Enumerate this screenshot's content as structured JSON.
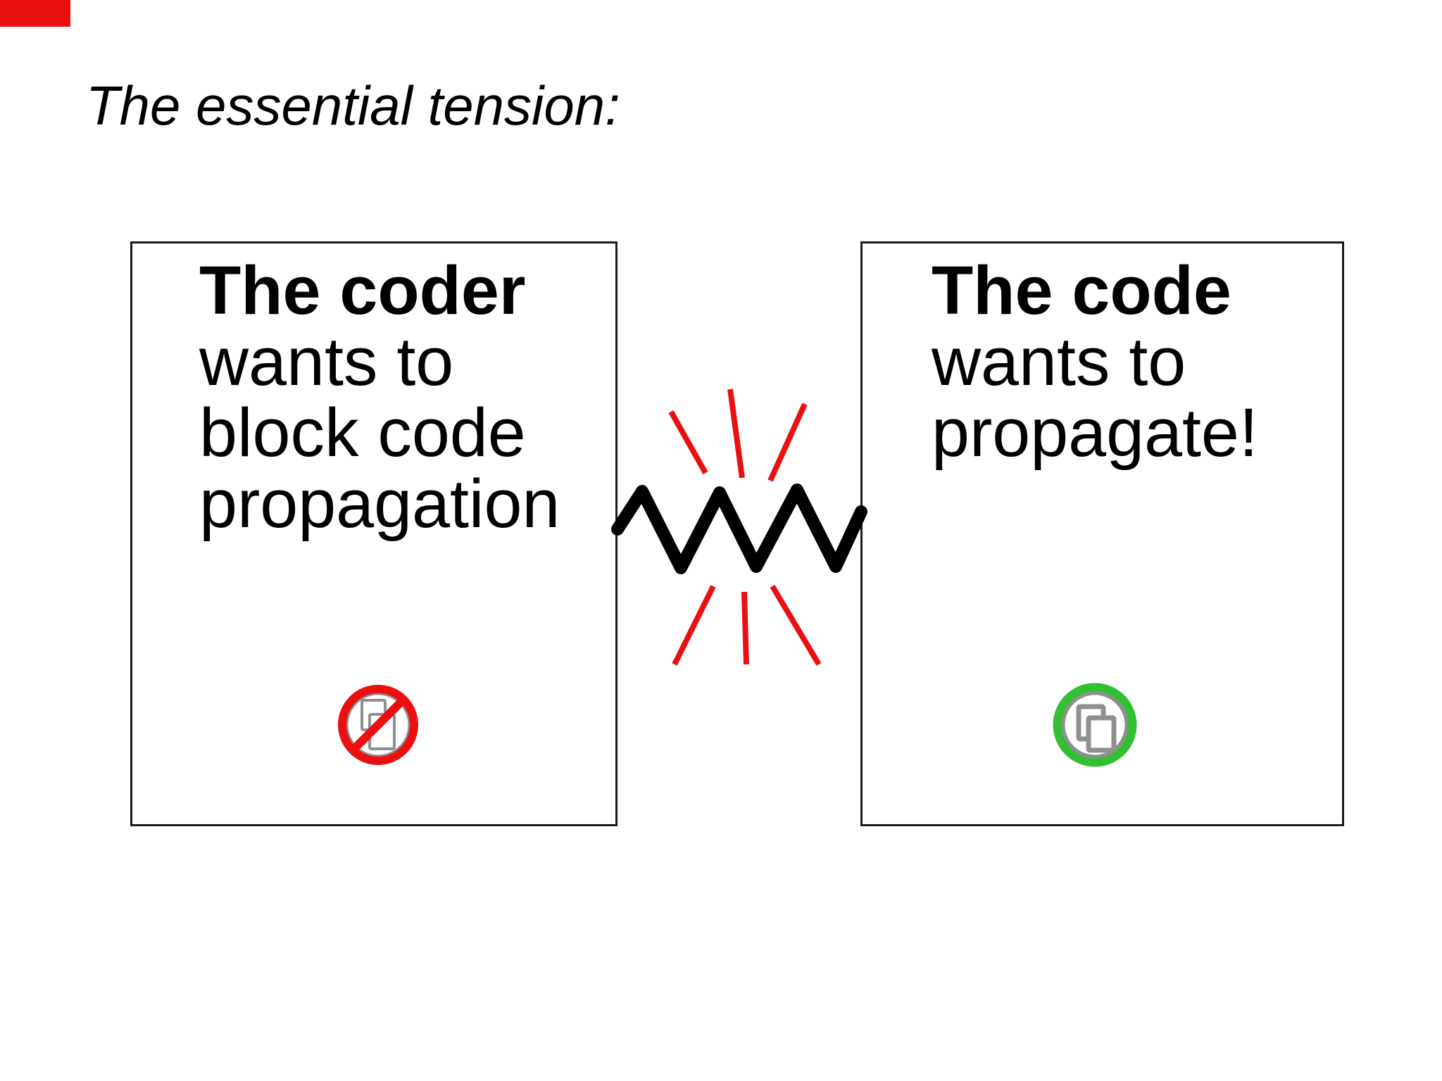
{
  "title": "The essential tension:",
  "left_box": {
    "heading": "The coder",
    "lines": [
      "wants to",
      "block code",
      "propagation"
    ],
    "icon": "no-copy"
  },
  "right_box": {
    "heading": "The code",
    "lines": [
      "wants to",
      "propagate!"
    ],
    "icon": "copy-allowed"
  },
  "colors": {
    "background": "#ffffff",
    "ink": "#000000",
    "box_border": "#1a1a1a",
    "red": "#ea1010",
    "green": "#32c032",
    "icon_gray": "#8f8f8f"
  }
}
